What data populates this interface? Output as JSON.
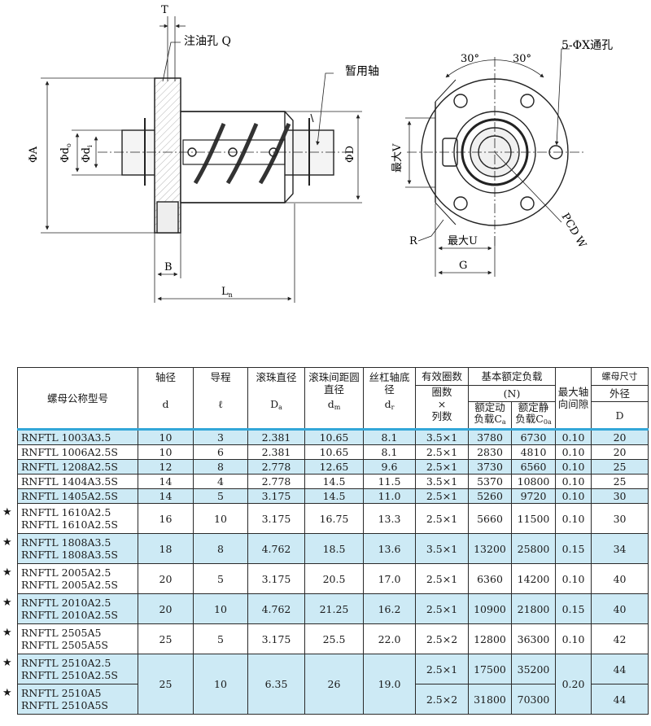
{
  "drawing": {
    "labels": {
      "T": "T",
      "oil_hole": "注油孔 Q",
      "temp_shaft": "暂用轴",
      "phiA": "ΦA",
      "phido": "Φd",
      "phido_sub": "o",
      "phidi": "Φd",
      "phidi_sub": "i",
      "phiD": "ΦD",
      "B": "B",
      "Ln": "L",
      "Ln_sub": "n",
      "holes": "5-ΦX通孔",
      "angle_left": "30°",
      "angle_right": "30°",
      "maxV": "最大V",
      "R": "R",
      "maxU": "最大U",
      "G": "G",
      "pcd": "PCD W"
    }
  },
  "table": {
    "headers": {
      "model": "螺母公称型号",
      "shaft": "轴径",
      "shaft_sym": "d",
      "lead": "导程",
      "lead_sym": "ℓ",
      "ball": "滚珠直径",
      "ball_sym": "D",
      "ball_sub": "a",
      "pcd": "滚珠间距圆直径",
      "pcd_sym": "d",
      "pcd_sub": "m",
      "root": "丝杠轴底径",
      "root_sym": "d",
      "root_sub": "r",
      "turns": "有效圈数",
      "turns_sub1": "圈数",
      "turns_x": "×",
      "turns_sub2": "列数",
      "load": "基本额定负载",
      "load_unit": "(N)",
      "dyn": "额定动负载",
      "dyn_sym": "C",
      "dyn_sub": "a",
      "stat": "额定静负载",
      "stat_sym": "C",
      "stat_sub": "0a",
      "clear": "最大轴向间隙",
      "size": "螺母尺寸",
      "od": "外径",
      "od_sym": "D"
    },
    "rows": [
      {
        "models": [
          "RNFTL 1003A3.5"
        ],
        "d": "10",
        "l": "3",
        "Da": "2.381",
        "dm": "10.65",
        "dr": "8.1",
        "turns": "3.5×1",
        "Ca": "3780",
        "C0a": "6730",
        "gap": "0.10",
        "D": "20",
        "hl": true,
        "star": false
      },
      {
        "models": [
          "RNFTL 1006A2.5S"
        ],
        "d": "10",
        "l": "6",
        "Da": "2.381",
        "dm": "10.65",
        "dr": "8.1",
        "turns": "2.5×1",
        "Ca": "2830",
        "C0a": "4810",
        "gap": "0.10",
        "D": "20",
        "hl": false,
        "star": false
      },
      {
        "models": [
          "RNFTL 1208A2.5S"
        ],
        "d": "12",
        "l": "8",
        "Da": "2.778",
        "dm": "12.65",
        "dr": "9.6",
        "turns": "2.5×1",
        "Ca": "3730",
        "C0a": "6560",
        "gap": "0.10",
        "D": "25",
        "hl": true,
        "star": false
      },
      {
        "models": [
          "RNFTL 1404A3.5S"
        ],
        "d": "14",
        "l": "4",
        "Da": "2.778",
        "dm": "14.5",
        "dr": "11.5",
        "turns": "3.5×1",
        "Ca": "5370",
        "C0a": "10800",
        "gap": "0.10",
        "D": "25",
        "hl": false,
        "star": false
      },
      {
        "models": [
          "RNFTL 1405A2.5S"
        ],
        "d": "14",
        "l": "5",
        "Da": "3.175",
        "dm": "14.5",
        "dr": "11.0",
        "turns": "2.5×1",
        "Ca": "5260",
        "C0a": "9720",
        "gap": "0.10",
        "D": "30",
        "hl": true,
        "star": false
      },
      {
        "models": [
          "RNFTL 1610A2.5",
          "RNFTL 1610A2.5S"
        ],
        "d": "16",
        "l": "10",
        "Da": "3.175",
        "dm": "16.75",
        "dr": "13.3",
        "turns": "2.5×1",
        "Ca": "5660",
        "C0a": "11500",
        "gap": "0.10",
        "D": "30",
        "hl": false,
        "star": true
      },
      {
        "models": [
          "RNFTL 1808A3.5",
          "RNFTL 1808A3.5S"
        ],
        "d": "18",
        "l": "8",
        "Da": "4.762",
        "dm": "18.5",
        "dr": "13.6",
        "turns": "3.5×1",
        "Ca": "13200",
        "C0a": "25800",
        "gap": "0.15",
        "D": "34",
        "hl": true,
        "star": true
      },
      {
        "models": [
          "RNFTL 2005A2.5",
          "RNFTL 2005A2.5S"
        ],
        "d": "20",
        "l": "5",
        "Da": "3.175",
        "dm": "20.5",
        "dr": "17.0",
        "turns": "2.5×1",
        "Ca": "6360",
        "C0a": "14200",
        "gap": "0.10",
        "D": "40",
        "hl": false,
        "star": true
      },
      {
        "models": [
          "RNFTL 2010A2.5",
          "RNFTL 2010A2.5S"
        ],
        "d": "20",
        "l": "10",
        "Da": "4.762",
        "dm": "21.25",
        "dr": "16.2",
        "turns": "2.5×1",
        "Ca": "10900",
        "C0a": "21800",
        "gap": "0.15",
        "D": "40",
        "hl": true,
        "star": true
      },
      {
        "models": [
          "RNFTL 2505A5",
          "RNFTL 2505A5S"
        ],
        "d": "25",
        "l": "5",
        "Da": "3.175",
        "dm": "25.5",
        "dr": "22.0",
        "turns": "2.5×2",
        "Ca": "12800",
        "C0a": "36300",
        "gap": "0.10",
        "D": "42",
        "hl": false,
        "star": true
      }
    ],
    "merged": {
      "d": "25",
      "l": "10",
      "Da": "6.35",
      "dm": "26",
      "dr": "19.0",
      "gap": "0.20",
      "sub": [
        {
          "models": [
            "RNFTL 2510A2.5",
            "RNFTL 2510A2.5S"
          ],
          "turns": "2.5×1",
          "Ca": "17500",
          "C0a": "35200",
          "D": "44",
          "star": true
        },
        {
          "models": [
            "RNFTL 2510A5",
            "RNFTL 2510A5S"
          ],
          "turns": "2.5×2",
          "Ca": "31800",
          "C0a": "70300",
          "D": "44",
          "star": true
        }
      ]
    },
    "star_glyph": "★"
  }
}
